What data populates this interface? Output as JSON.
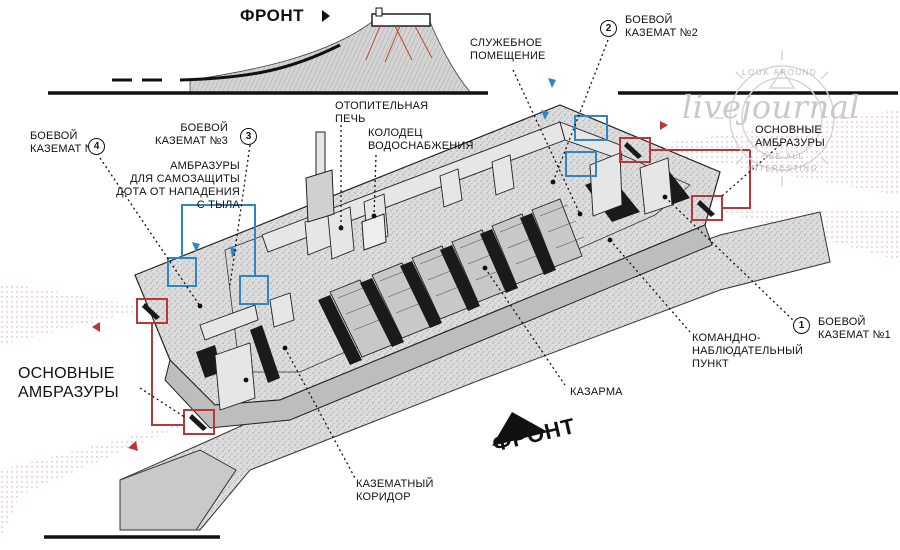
{
  "front_top": "ФРОНТ",
  "front_bottom": "ФРОНТ",
  "labels": {
    "casemate1": "БОЕВОЙ\nКАЗЕМАТ №1",
    "casemate2": "БОЕВОЙ\nКАЗЕМАТ №2",
    "casemate3": "БОЕВОЙ\nКАЗЕМАТ №3",
    "casemate4": "БОЕВОЙ\nКАЗЕМАТ №4",
    "service_room": "СЛУЖЕБНОЕ\nПОМЕЩЕНИЕ",
    "heating_stove": "ОТОПИТЕЛЬНАЯ\nПЕЧЬ",
    "water_well": "КОЛОДЕЦ\nВОДОСНАБЖЕНИЯ",
    "rear_embrasures": "АМБРАЗУРЫ\nДЛЯ САМОЗАЩИТЫ\nДОТА ОТ НАПАДЕНИЯ\nС ТЫЛА",
    "main_embrasures_left": "ОСНОВНЫЕ\nАМБРАЗУРЫ",
    "main_embrasures_right": "ОСНОВНЫЕ\nАМБРАЗУРЫ",
    "command_post": "КОМАНДНО-\nНАБЛЮДАТЕЛЬНЫЙ\nПУНКТ",
    "barracks": "КАЗАРМА",
    "casemate_corridor": "КАЗЕМАТНЫЙ\nКОРИДОР"
  },
  "numbers": {
    "n1": "1",
    "n2": "2",
    "n3": "3",
    "n4": "4"
  },
  "watermark": {
    "brand": "livejournal",
    "top": "LOOK AROUND",
    "bottom1": "SEE ALL",
    "bottom2": "INTERESTING"
  },
  "colors": {
    "embrasure_red": "#b8373a",
    "rear_blue": "#2f86c4",
    "concrete": "#d9d9d9",
    "shadow": "#1a1a1a"
  }
}
